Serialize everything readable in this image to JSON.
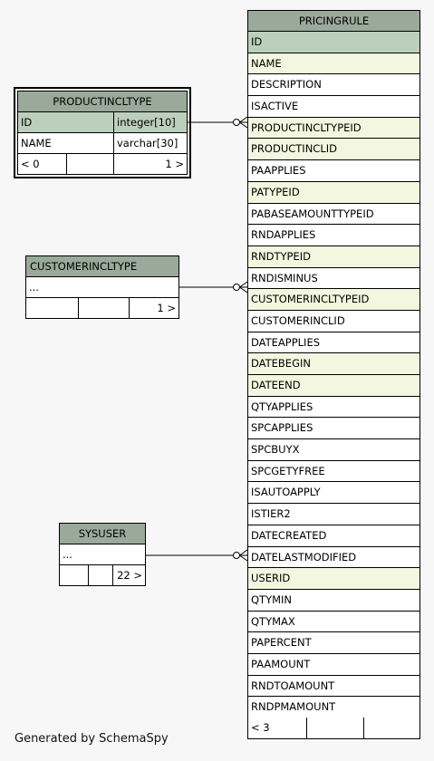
{
  "productincltype": {
    "title": "PRODUCTINCLTYPE",
    "rows": [
      {
        "name": "ID",
        "type": "integer[10]"
      },
      {
        "name": "NAME",
        "type": "varchar[30]"
      }
    ],
    "footer": {
      "left": "< 0",
      "right": "1 >"
    }
  },
  "customerincltype": {
    "title": "CUSTOMERINCLTYPE",
    "ellipsis": "...",
    "footer": {
      "right": "1 >"
    }
  },
  "sysuser": {
    "title": "SYSUSER",
    "ellipsis": "...",
    "footer": {
      "right": "22 >"
    }
  },
  "pricingrule": {
    "title": "PRICINGRULE",
    "columns": [
      "ID",
      "NAME",
      "DESCRIPTION",
      "ISACTIVE",
      "PRODUCTINCLTYPEID",
      "PRODUCTINCLID",
      "PAAPPLIES",
      "PATYPEID",
      "PABASEAMOUNTTYPEID",
      "RNDAPPLIES",
      "RNDTYPEID",
      "RNDISMINUS",
      "CUSTOMERINCLTYPEID",
      "CUSTOMERINCLID",
      "DATEAPPLIES",
      "DATEBEGIN",
      "DATEEND",
      "QTYAPPLIES",
      "SPCAPPLIES",
      "SPCBUYX",
      "SPCGETYFREE",
      "ISAUTOAPPLY",
      "ISTIER2",
      "DATECREATED",
      "DATELASTMODIFIED",
      "USERID",
      "QTYMIN",
      "QTYMAX",
      "PAPERCENT",
      "PAAMOUNT",
      "RNDTOAMOUNT",
      "RNDPMAMOUNT"
    ],
    "column_kinds": [
      "pk",
      "fk",
      "plain",
      "plain",
      "fk",
      "fk",
      "plain",
      "fk",
      "plain",
      "plain",
      "fk",
      "plain",
      "fk",
      "plain",
      "plain",
      "fk",
      "fk",
      "plain",
      "plain",
      "plain",
      "plain",
      "plain",
      "plain",
      "plain",
      "plain",
      "fk",
      "plain",
      "plain",
      "plain",
      "plain",
      "plain",
      "plain"
    ],
    "footer": {
      "left": "< 3"
    }
  },
  "footer_text": "Generated by SchemaSpy",
  "colors": {
    "header": "#9aaa9a",
    "primary_key": "#bccfbc",
    "foreign_key": "#f4f7df"
  }
}
